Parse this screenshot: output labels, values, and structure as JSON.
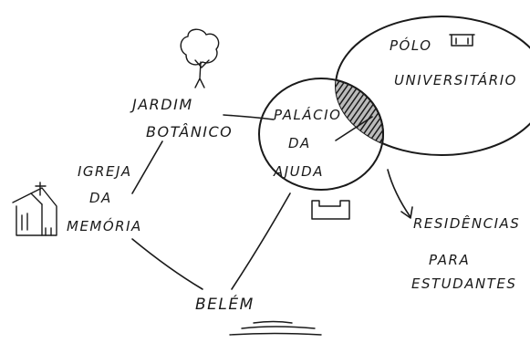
{
  "labels": {
    "jardim_botanico": [
      "JARDIM",
      "BOTÂNICO"
    ],
    "palacio_da_ajuda": [
      "PALÁCIO",
      "DA",
      "AJUDA"
    ],
    "polo_universitario": [
      "PÓLO",
      "UNIVERSITÁRIO"
    ],
    "igreja_da_memoria": [
      "IGREJA",
      "DA",
      "MEMÓRIA"
    ],
    "belem": "BELÉM",
    "residencias": [
      "RESIDÊNCIAS",
      "PARA",
      "ESTUDANTES"
    ]
  },
  "icons": {
    "tree": "tree-icon",
    "church": "church-icon",
    "palace": "palace-icon",
    "university": "university-building-icon",
    "river": "river-waves-icon"
  },
  "colors": {
    "ink": "#1a1a1a",
    "overlap_fill": "#444444",
    "background": "#ffffff"
  }
}
